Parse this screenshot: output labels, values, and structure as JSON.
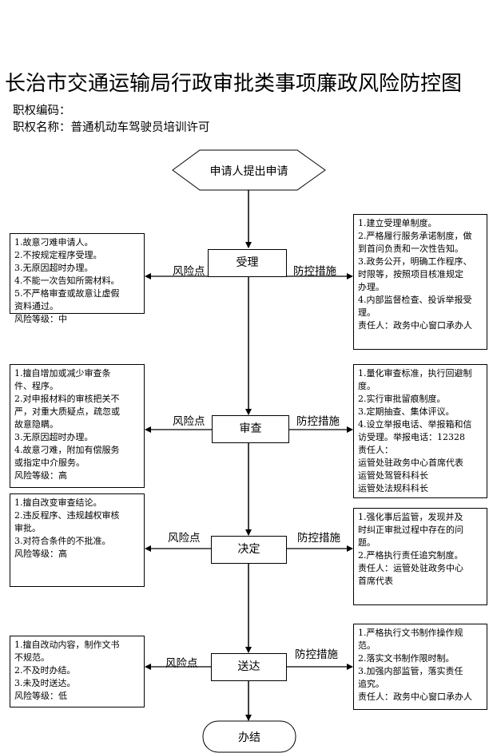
{
  "title": "长治市交通运输局行政审批类事项廉政风险防控图",
  "code_label": "职权编码：",
  "name_label": "职权名称：普通机动车驾驶员培训许可",
  "start": "申请人提出申请",
  "end": "办结",
  "risk_label": "风险点",
  "measure_label": "防控措施",
  "steps": [
    {
      "name": "受理",
      "risks": [
        "1.故意刁难申请人。",
        "2.不按规定程序受理。",
        "3.无原因超时办理。",
        "4.不能一次告知所需材料。",
        "5.不严格审查或故意让虚假",
        "资料通过。",
        "风险等级：中"
      ],
      "measures": [
        "1.建立受理单制度。",
        "2.严格履行服务承诺制度，做",
        "到首问负责和一次性告知。",
        "3.政务公开，明确工作程序、",
        "时限等，按照项目核准规定",
        "办理。",
        "4.内部监督检查、投诉举报受",
        "理。",
        "责任人：政务中心窗口承办人"
      ]
    },
    {
      "name": "审查",
      "risks": [
        "1.擅自增加或减少审查条",
        "件、程序。",
        "2.对申报材料的审核把关不",
        "严，对重大质疑点，疏忽或",
        "故意隐瞒。",
        "3.无原因超时办理。",
        "4.故意刁难，附加有偿服务",
        "或指定中介服务。",
        "风险等级：高"
      ],
      "measures": [
        "1.量化审查标准，执行回避制",
        "度。",
        "2.实行审批留痕制度。",
        "3.定期抽查、集体评议。",
        "4.设立举报电话、举报箱和信",
        "访受理。举报电话：12328",
        "责任人：",
        "运管处驻政务中心首席代表",
        "运管处驾管科科长",
        "运管处法规科科长"
      ]
    },
    {
      "name": "决定",
      "risks": [
        "1.擅自改变审查结论。",
        "2.违反程序、违规越权审核",
        "审批。",
        "3.对符合条件的不批准。",
        "风险等级：高"
      ],
      "measures": [
        "1.强化事后监管，发现并及",
        "时纠正审批过程中存在的问",
        "题。",
        "2.严格执行责任追究制度。",
        "责任人：运管处驻政务中心",
        "首席代表"
      ]
    },
    {
      "name": "送达",
      "risks": [
        "1.擅自改动内容，制作文书",
        "不规范。",
        "2.不及时办结。",
        "3.未及时送达。",
        "风险等级：低"
      ],
      "measures": [
        "1.严格执行文书制作操作规",
        "范。",
        "2.落实文书制作限时制。",
        "3.加强内部监管，落实责任",
        "追究。",
        "责任人：政务中心窗口承办人"
      ]
    }
  ]
}
